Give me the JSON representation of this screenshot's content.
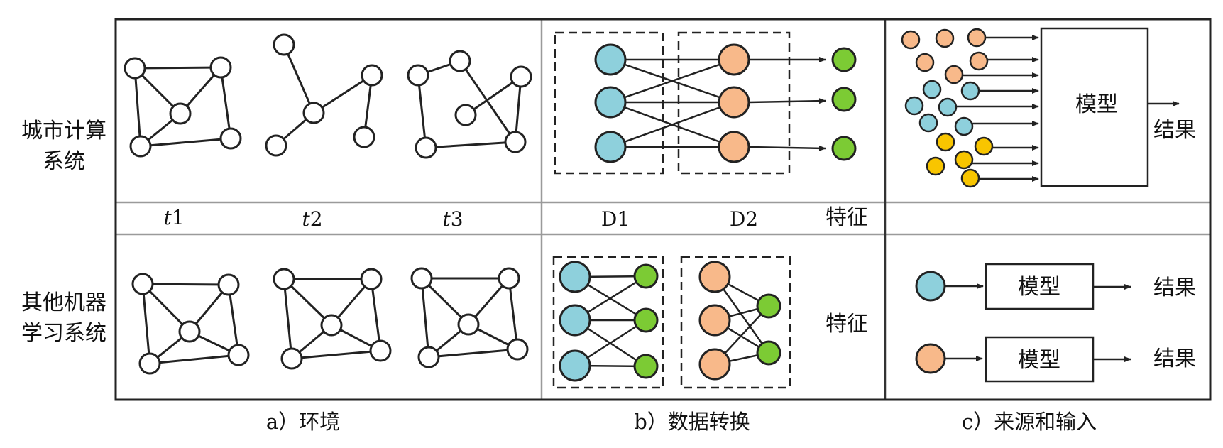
{
  "colors": {
    "blue": "#8ed0dc",
    "orange": "#f8b98a",
    "green": "#7ccb34",
    "yellow": "#f8c500",
    "stroke": "#222222",
    "white": "#ffffff",
    "grid_gray": "#9a9a9a"
  },
  "rows": {
    "top_label": [
      "城市计算",
      "系统"
    ],
    "bottom_label": [
      "其他机器",
      "学习系统"
    ]
  },
  "time_labels": [
    {
      "italic": "t",
      "rest": "1"
    },
    {
      "italic": "t",
      "rest": "2"
    },
    {
      "italic": "t",
      "rest": "3"
    }
  ],
  "dataset_labels": [
    "D1",
    "D2"
  ],
  "feature_label": "特征",
  "model_label": "模型",
  "result_label": "结果",
  "captions": {
    "a": "a）环境",
    "b": "b）数据转换",
    "c": "c）来源和输入"
  }
}
